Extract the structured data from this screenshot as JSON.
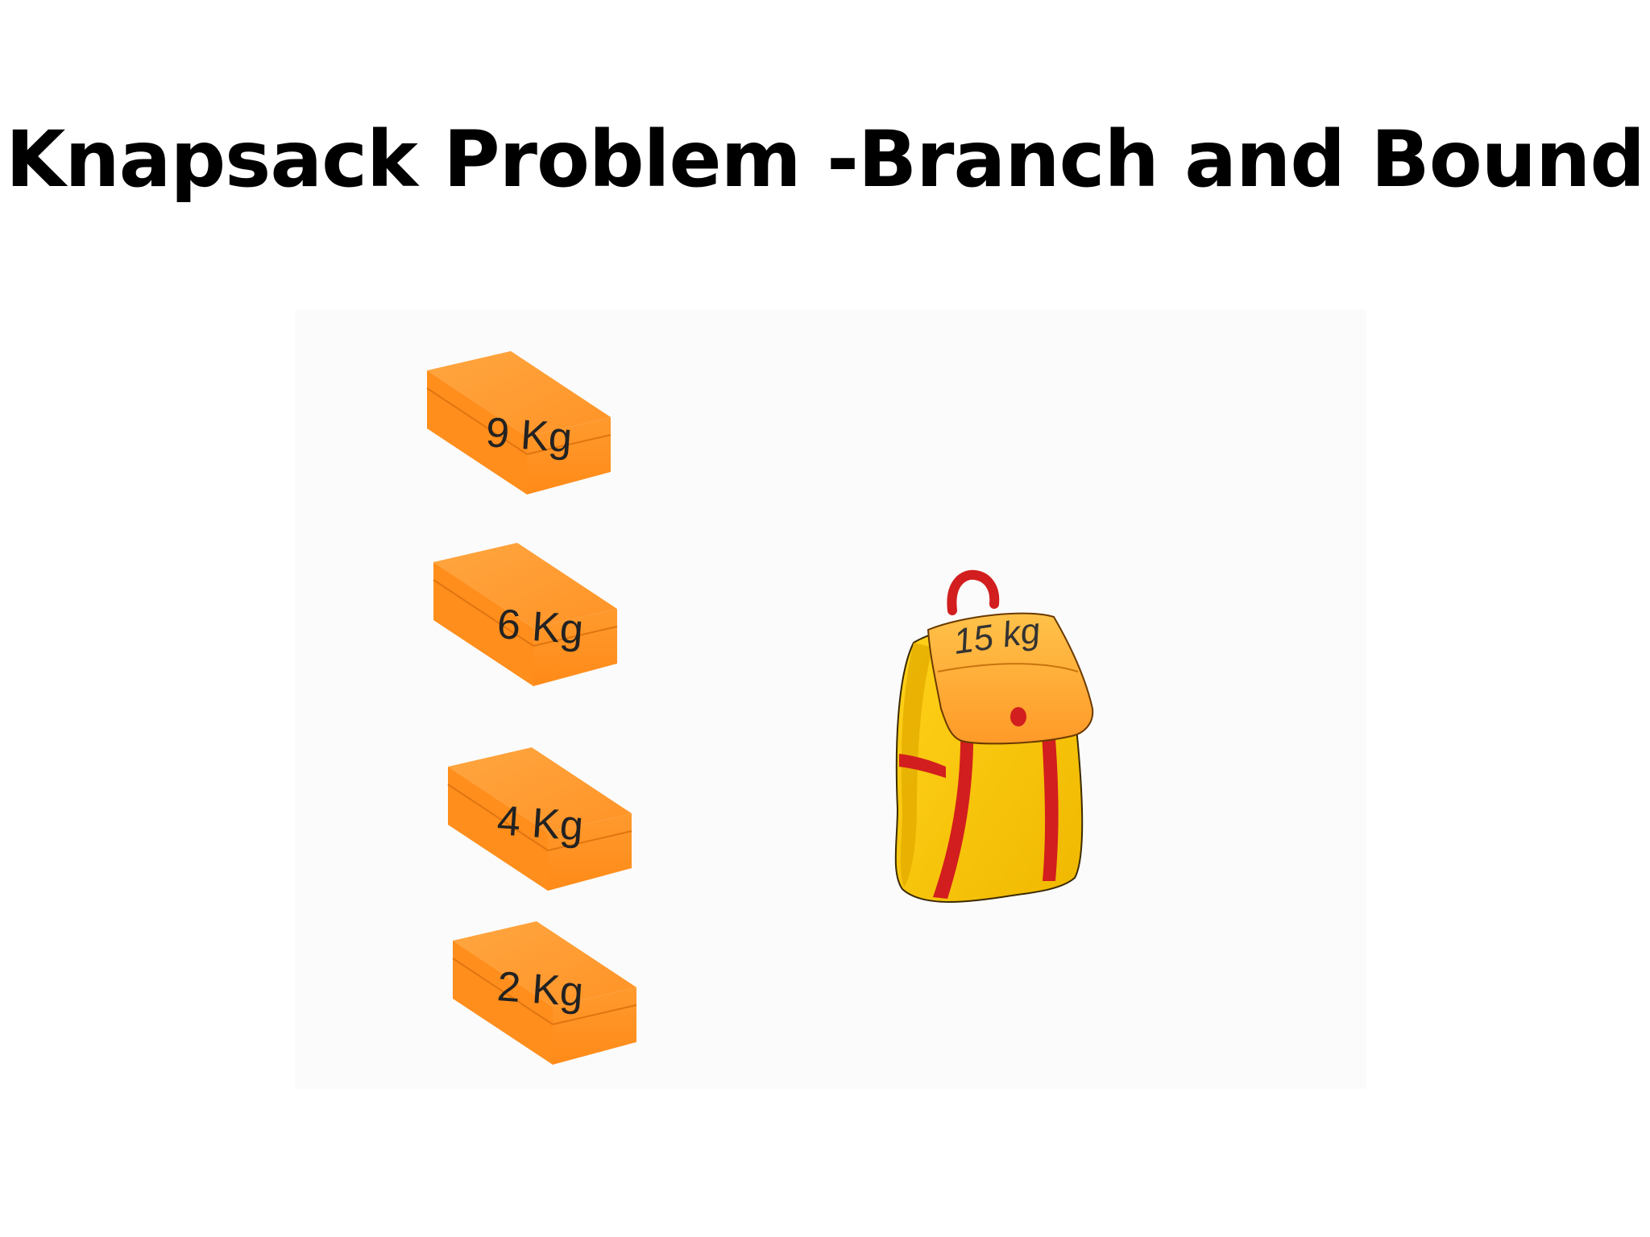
{
  "slide": {
    "title": "Knapsack Problem -Branch and Bound"
  },
  "items": [
    {
      "label": "9 Kg"
    },
    {
      "label": "6 Kg"
    },
    {
      "label": "4 Kg"
    },
    {
      "label": "2 Kg"
    }
  ],
  "knapsack": {
    "label": "15 kg"
  },
  "colors": {
    "box_top": "#ff9a30",
    "box_front": "#ff8c1a",
    "box_side": "#f07f10",
    "bag_body": "#f5c400",
    "bag_flap": "#ffa531",
    "bag_strap": "#d21e1e"
  }
}
